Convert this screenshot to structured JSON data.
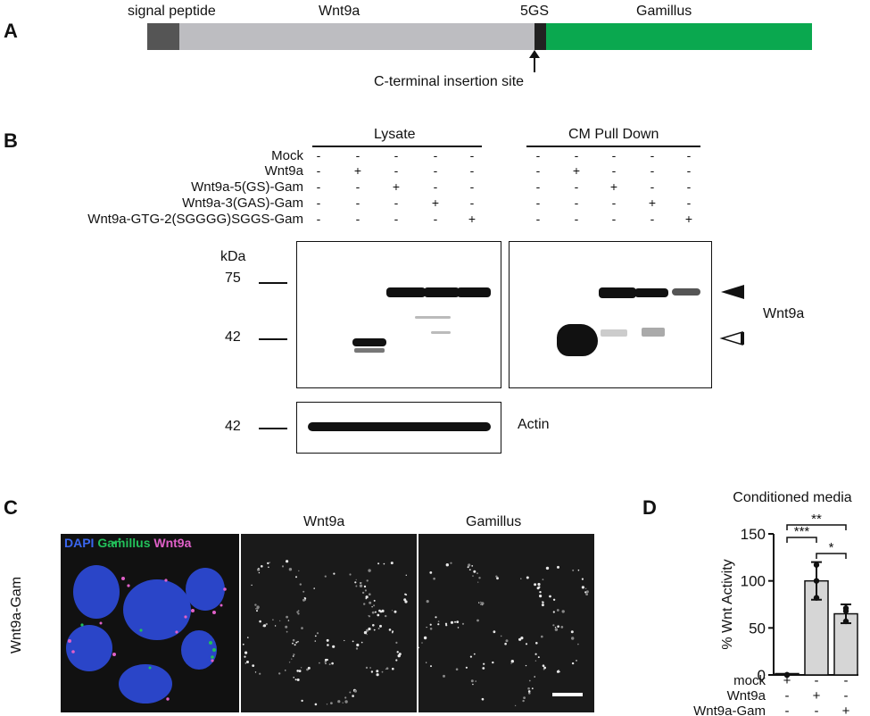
{
  "panelA": {
    "letter": "A",
    "segments": [
      {
        "label": "signal peptide",
        "color": "#555555"
      },
      {
        "label": "Wnt9a",
        "color": "#bdbdc1"
      },
      {
        "label": "5GS",
        "color": "#222222"
      },
      {
        "label": "Gamillus",
        "color": "#0aa84f"
      }
    ],
    "insertion_label": "C-terminal insertion site"
  },
  "panelB": {
    "letter": "B",
    "group_lysate": "Lysate",
    "group_cm": "CM Pull Down",
    "rows": [
      {
        "label": "Mock",
        "signs": [
          "-",
          "-",
          "-",
          "-",
          "-"
        ]
      },
      {
        "label": "Wnt9a",
        "signs": [
          "-",
          "+",
          "-",
          "-",
          "-"
        ]
      },
      {
        "label": "Wnt9a-5(GS)-Gam",
        "signs": [
          "-",
          "-",
          "+",
          "-",
          "-"
        ]
      },
      {
        "label": "Wnt9a-3(GAS)-Gam",
        "signs": [
          "-",
          "-",
          "-",
          "+",
          "-"
        ]
      },
      {
        "label": "Wnt9a-GTG-2(SGGGG)SGGS-Gam",
        "signs": [
          "-",
          "-",
          "-",
          "-",
          "+"
        ]
      }
    ],
    "kda_label": "kDa",
    "marker_75": "75",
    "marker_42": "42",
    "marker_42_actin": "42",
    "wnt9a_label": "Wnt9a",
    "actin_label": "Actin"
  },
  "panelC": {
    "letter": "C",
    "row_label": "Wnt9a-Gam",
    "merge_dapi": "DAPI",
    "merge_gamillus": "Gamillus",
    "merge_wnt9a": "Wnt9a",
    "col2_title": "Wnt9a",
    "col3_title": "Gamillus",
    "colors": {
      "dapi": "#2a45c8",
      "gamillus": "#22c05a",
      "wnt9a": "#e060c8"
    }
  },
  "panelD": {
    "letter": "D",
    "chart_data": {
      "type": "bar",
      "title": "Conditioned media",
      "ylabel": "% Wnt Activity",
      "ylim": [
        0,
        150
      ],
      "yticks": [
        "0",
        "50",
        "100",
        "150"
      ],
      "values": [
        0,
        100,
        65
      ],
      "errors": [
        0,
        20,
        10
      ],
      "points": [
        [
          0,
          0,
          0
        ],
        [
          82,
          100,
          117
        ],
        [
          57,
          68,
          71
        ]
      ],
      "rows": [
        {
          "label": "mock",
          "signs": [
            "+",
            "-",
            "-"
          ]
        },
        {
          "label": "Wnt9a",
          "signs": [
            "-",
            "+",
            "-"
          ]
        },
        {
          "label": "Wnt9a-Gam",
          "signs": [
            "-",
            "-",
            "+"
          ]
        }
      ],
      "significance": [
        "***",
        "*",
        "**"
      ]
    }
  }
}
